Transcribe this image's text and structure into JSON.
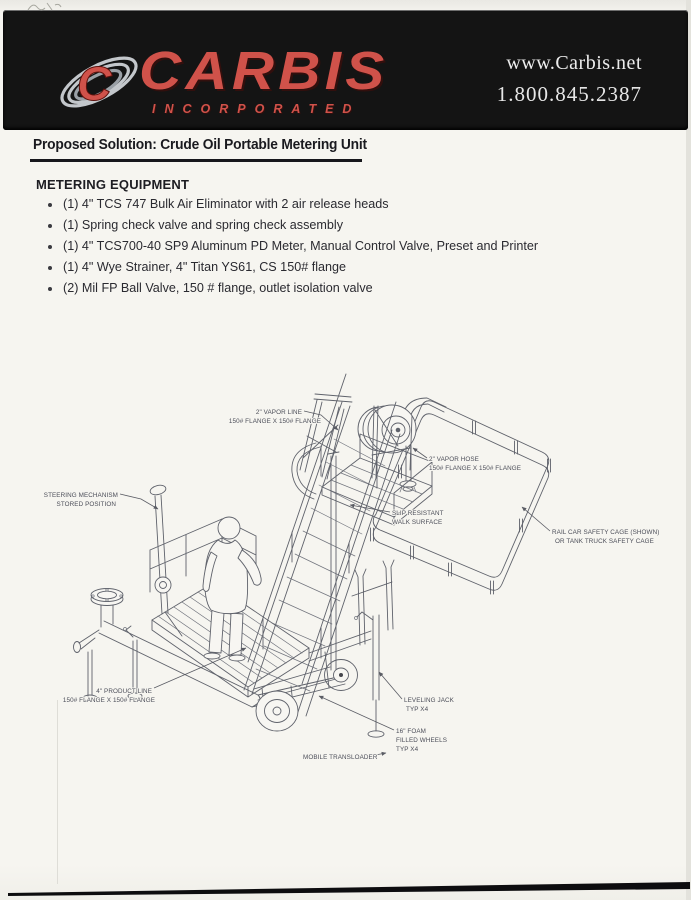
{
  "header": {
    "brand": "CARBIS",
    "brand_sub": "INCORPORATED",
    "website": "www.Carbis.net",
    "phone": "1.800.845.2387"
  },
  "title": "Proposed Solution: Crude Oil Portable Metering Unit",
  "equipment": {
    "heading": "METERING EQUIPMENT",
    "items": [
      "(1) 4\" TCS 747 Bulk Air Eliminator with 2 air release heads",
      "(1) Spring check valve and spring check assembly",
      "(1) 4\" TCS700-40 SP9 Aluminum PD Meter, Manual Control Valve, Preset and Printer",
      "(1) 4\" Wye Strainer, 4\" Titan YS61, CS 150# flange",
      "(2) Mil FP Ball Valve, 150 # flange, outlet isolation valve"
    ]
  },
  "diagram": {
    "labels": [
      {
        "name": "vapor-line",
        "lines": [
          "2\" VAPOR LINE",
          "150# FLANGE X 150# FLANGE"
        ]
      },
      {
        "name": "vapor-hose",
        "lines": [
          "2\" VAPOR HOSE",
          "150# FLANGE X 150# FLANGE"
        ]
      },
      {
        "name": "steering",
        "lines": [
          "STEERING MECHANISM",
          "STORED POSITION"
        ]
      },
      {
        "name": "walk-surface",
        "lines": [
          "SLIP RESISTANT",
          "WALK SURFACE"
        ]
      },
      {
        "name": "safety-cage",
        "lines": [
          "RAIL CAR SAFETY CAGE (SHOWN)",
          "OR TANK TRUCK SAFETY CAGE"
        ]
      },
      {
        "name": "product-line",
        "lines": [
          "4\" PRODUCT LINE",
          "150# FLANGE X 150# FLANGE"
        ]
      },
      {
        "name": "leveling-jack",
        "lines": [
          "LEVELING JACK",
          "TYP X4"
        ]
      },
      {
        "name": "foam-wheels",
        "lines": [
          "16\" FOAM",
          "FILLED WHEELS",
          "TYP X4"
        ]
      },
      {
        "name": "transloader",
        "lines": [
          "MOBILE TRANSLOADER"
        ]
      }
    ]
  },
  "colors": {
    "brand_red": "#d0524a",
    "banner_black": "#141414",
    "paper": "#f6f5f0",
    "drawing_line": "#5f626b",
    "label_text": "#4b4d58"
  }
}
